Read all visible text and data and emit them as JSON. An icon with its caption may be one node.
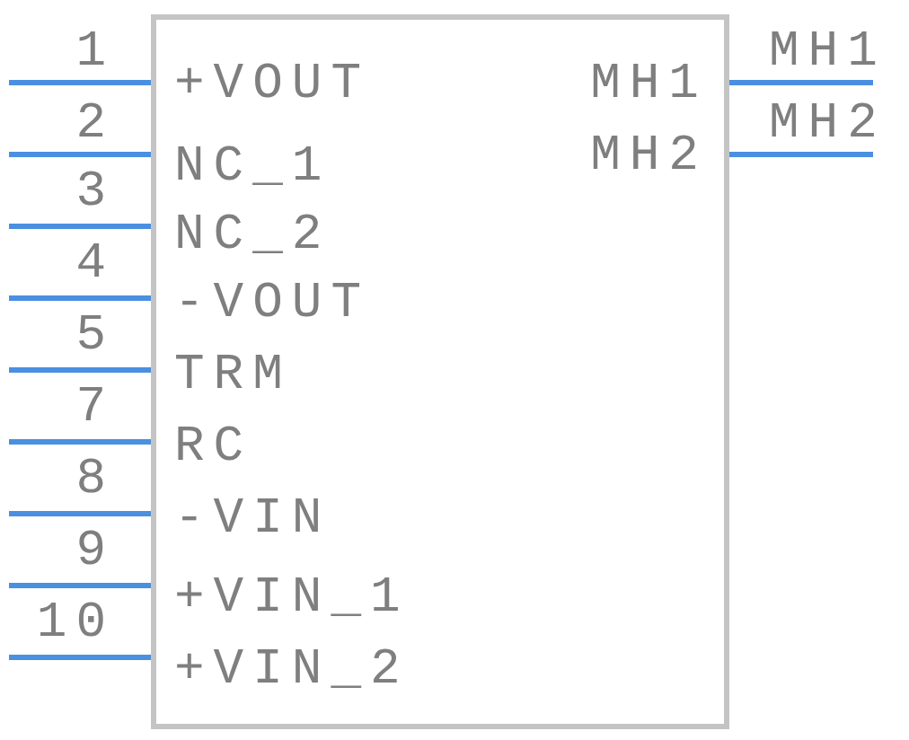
{
  "diagram": {
    "nodes": [
      {
        "text": [],
        "shape": "box"
      }
    ],
    "labels": [
      "1",
      "+VOUT",
      "MH1",
      "MH1",
      "2",
      "NC_1",
      "MH2",
      "MH2",
      "3",
      "NC_2",
      "4",
      "-VOUT",
      "5",
      "TRM",
      "7",
      "RC",
      "8",
      "-VIN",
      "9",
      "+VIN_1",
      "10",
      "+VIN_2"
    ]
  }
}
